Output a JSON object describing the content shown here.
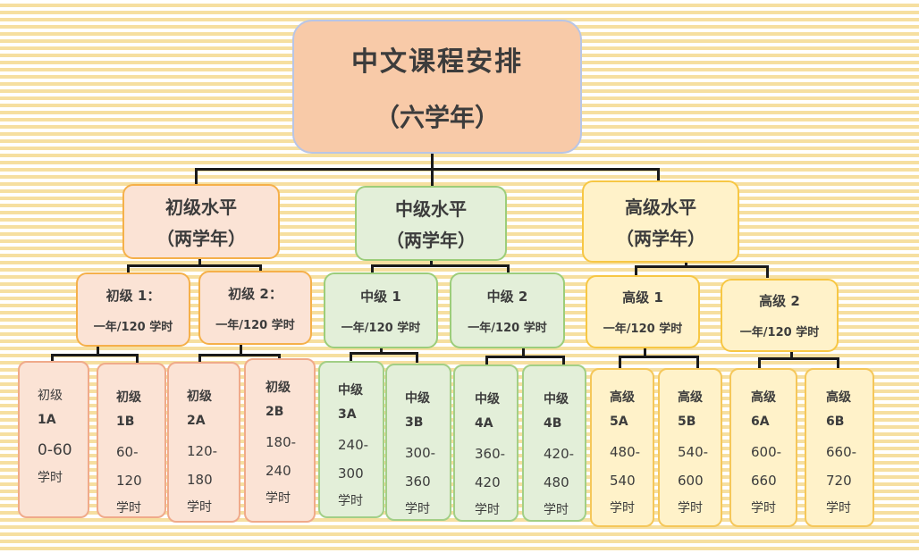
{
  "root": {
    "title": "中文课程安排",
    "subtitle": "（六学年）"
  },
  "levels": [
    {
      "name": "初级水平",
      "duration": "（两学年）"
    },
    {
      "name": "中级水平",
      "duration": "（两学年）"
    },
    {
      "name": "高级水平",
      "duration": "（两学年）"
    }
  ],
  "sublevels": [
    {
      "name": "初级 1：",
      "hours": "一年/120 学时"
    },
    {
      "name": "初级 2：",
      "hours": "一年/120 学时"
    },
    {
      "name": "中级 1",
      "hours": "一年/120 学时"
    },
    {
      "name": "中级 2",
      "hours": "一年/120 学时"
    },
    {
      "name": "高级 1",
      "hours": "一年/120 学时"
    },
    {
      "name": "高级 2",
      "hours": "一年/120 学时"
    }
  ],
  "courses": [
    {
      "level": "初级",
      "code": "1A",
      "range1": "0-60",
      "range2": "",
      "unit": "学时"
    },
    {
      "level": "初级",
      "code": "1B",
      "range1": "60-",
      "range2": "120",
      "unit": "学时"
    },
    {
      "level": "初级",
      "code": "2A",
      "range1": "120-",
      "range2": "180",
      "unit": "学时"
    },
    {
      "level": "初级",
      "code": "2B",
      "range1": "180-",
      "range2": "240",
      "unit": "学时"
    },
    {
      "level": "中级",
      "code": "3A",
      "range1": "240-",
      "range2": "300",
      "unit": "学时"
    },
    {
      "level": "中级",
      "code": "3B",
      "range1": "300-",
      "range2": "360",
      "unit": "学时"
    },
    {
      "level": "中级",
      "code": "4A",
      "range1": "360-",
      "range2": "420",
      "unit": "学时"
    },
    {
      "level": "中级",
      "code": "4B",
      "range1": "420-",
      "range2": "480",
      "unit": "学时"
    },
    {
      "level": "高级",
      "code": "5A",
      "range1": "480-",
      "range2": "540",
      "unit": "学时"
    },
    {
      "level": "高级",
      "code": "5B",
      "range1": "540-",
      "range2": "600",
      "unit": "学时"
    },
    {
      "level": "高级",
      "code": "6A",
      "range1": "600-",
      "range2": "660",
      "unit": "学时"
    },
    {
      "level": "高级",
      "code": "6B",
      "range1": "660-",
      "range2": "720",
      "unit": "学时"
    }
  ]
}
